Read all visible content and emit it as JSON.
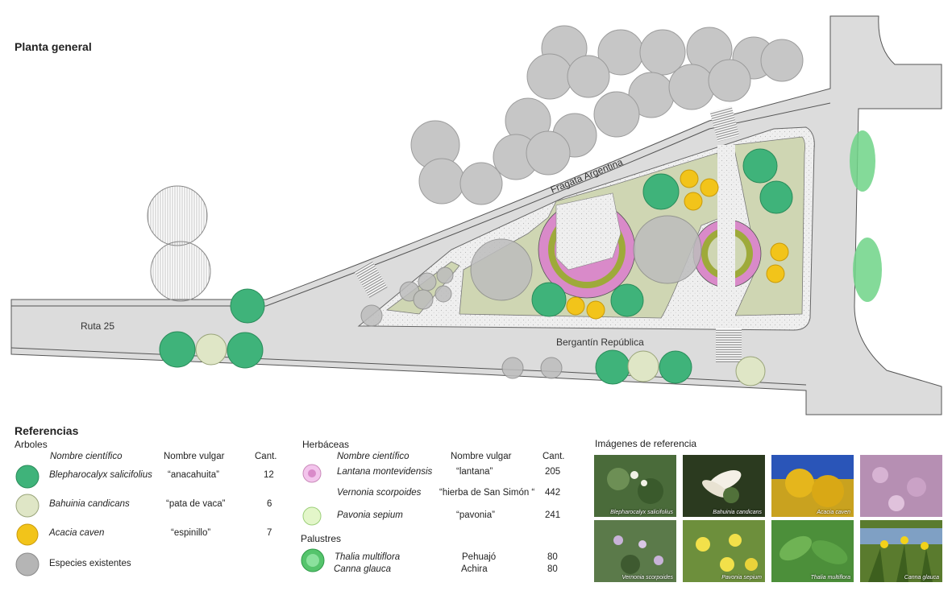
{
  "page_title": "Planta general",
  "streets": {
    "fragata": "Fragata Argentina",
    "ruta": "Ruta 25",
    "bergantin": "Bergantín República"
  },
  "legend": {
    "title": "Referencias",
    "arboles": {
      "title": "Arboles",
      "headers": {
        "sci": "Nombre científico",
        "common": "Nombre vulgar",
        "qty": "Cant."
      },
      "rows": [
        {
          "sci": "Blepharocalyx salicifolius",
          "common": "“anacahuita”",
          "qty": "12",
          "icon": "green-tree-icon"
        },
        {
          "sci": "Bahuinia candicans",
          "common": "“pata de vaca”",
          "qty": "6",
          "icon": "light-green-tree-icon"
        },
        {
          "sci": "Acacia caven",
          "common": "“espinillo”",
          "qty": "7",
          "icon": "yellow-flower-icon"
        },
        {
          "sci": "Especies existentes",
          "common": "",
          "qty": "",
          "icon": "gray-tree-icon"
        }
      ]
    },
    "herbaceas": {
      "title": "Herbáceas",
      "headers": {
        "sci": "Nombre científico",
        "common": "Nombre vulgar",
        "qty": "Cant."
      },
      "rows": [
        {
          "sci": "Lantana montevidensis",
          "common": "“lantana”",
          "qty": "205"
        },
        {
          "sci": "Vernonia scorpoides",
          "common": "“hierba de San Simón “",
          "qty": "442"
        },
        {
          "sci": "Pavonia sepium",
          "common": "“pavonia”",
          "qty": "241"
        }
      ]
    },
    "palustres": {
      "title": "Palustres",
      "rows": [
        {
          "sci": "Thalia multiflora",
          "common": "Pehuajó",
          "qty": "80"
        },
        {
          "sci": "Canna glauca",
          "common": "Achira",
          "qty": "80"
        }
      ]
    }
  },
  "images": {
    "title": "Imágenes de referencia",
    "items": [
      {
        "caption": "Blepharocalyx salicifolius",
        "color": "#4a6b3a"
      },
      {
        "caption": "Bahuinia candicans",
        "color": "#2b3a1f"
      },
      {
        "caption": "Acacia caven",
        "color": "#c9a21f"
      },
      {
        "caption": "",
        "color": "#b68fb3"
      },
      {
        "caption": "Vernonia scorpoides",
        "color": "#5b7a4a"
      },
      {
        "caption": "Pavonia sepium",
        "color": "#6d8f3c"
      },
      {
        "caption": "Thalia multiflora",
        "color": "#4c8f3a"
      },
      {
        "caption": "Canna glauca",
        "color": "#5a7b2e"
      }
    ]
  },
  "colors": {
    "road": "#dcdcdc",
    "sidewalk": "#ececec",
    "grass": "#cfd6b3",
    "tree_green": "#3fb37a",
    "tree_light": "#dfe6c6",
    "acacia": "#f2c41a",
    "existing": "#b5b5b5",
    "lantana": "#d98ac9",
    "pavonia": "#c9ec9a",
    "palustre": "#55c46c"
  }
}
